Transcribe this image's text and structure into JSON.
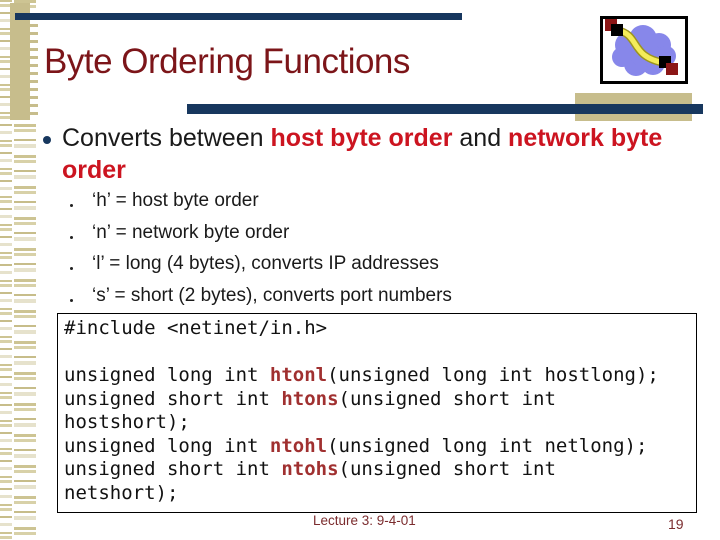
{
  "slide": {
    "title": "Byte Ordering Functions",
    "main_bullet": {
      "segments": [
        {
          "text": "Converts between ",
          "emphasis": false
        },
        {
          "text": "host byte order",
          "emphasis": true
        },
        {
          "text": " and ",
          "emphasis": false
        },
        {
          "text": "network byte order",
          "emphasis": true
        }
      ]
    },
    "sub_bullets": [
      "‘h’ = host byte order",
      "‘n’ = network byte order",
      "‘l’ = long (4 bytes), converts IP addresses",
      "‘s’ = short (2 bytes), converts port numbers"
    ],
    "code_block": {
      "lines": [
        [
          {
            "text": "#include <netinet/in.h>",
            "keyword": false
          }
        ],
        [],
        [
          {
            "text": "unsigned long int ",
            "keyword": false
          },
          {
            "text": "htonl",
            "keyword": true
          },
          {
            "text": "(unsigned long int hostlong);",
            "keyword": false
          }
        ],
        [
          {
            "text": "unsigned short int ",
            "keyword": false
          },
          {
            "text": "htons",
            "keyword": true
          },
          {
            "text": "(unsigned short int",
            "keyword": false
          }
        ],
        [
          {
            "text": "hostshort);",
            "keyword": false
          }
        ],
        [
          {
            "text": "unsigned long int ",
            "keyword": false
          },
          {
            "text": "ntohl",
            "keyword": true
          },
          {
            "text": "(unsigned long int netlong);",
            "keyword": false
          }
        ],
        [
          {
            "text": "unsigned short int ",
            "keyword": false
          },
          {
            "text": "ntohs",
            "keyword": true
          },
          {
            "text": "(unsigned short int",
            "keyword": false
          }
        ],
        [
          {
            "text": "netshort);",
            "keyword": false
          }
        ]
      ]
    },
    "footer": {
      "lecture": "Lecture 3: 9-4-01",
      "page_number": "19"
    },
    "logo": {
      "icon": "network-cloud-logo"
    },
    "colors": {
      "navy_bar": "#17375e",
      "tan_accent": "#c7bd8c",
      "title_maroon": "#7c1519",
      "emphasis_red": "#cc1420",
      "code_keyword_red": "#a03030",
      "footer_maroon": "#7b2c2e",
      "cloud_blue": "#8787ea",
      "link_yellow": "#f4ec5a"
    }
  }
}
